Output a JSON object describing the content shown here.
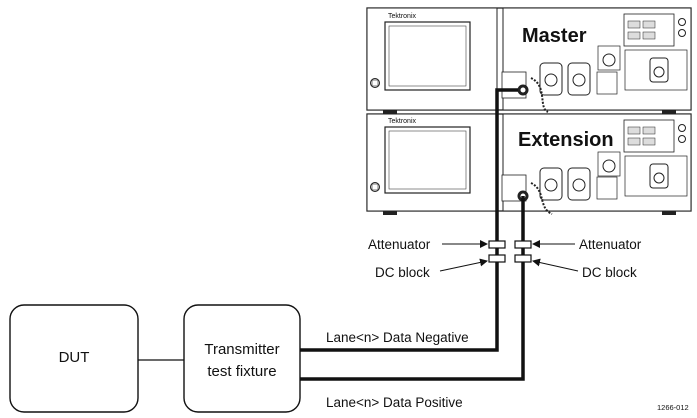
{
  "diagram": {
    "instrument_top_label": "Master",
    "instrument_bottom_label": "Extension",
    "brand_label": "Tektronix",
    "attenuator_left": "Attenuator",
    "attenuator_right": "Attenuator",
    "dc_block_left": "DC block",
    "dc_block_right": "DC block",
    "dut_label": "DUT",
    "fixture_label_line1": "Transmitter",
    "fixture_label_line2": "test fixture",
    "lane_negative": "Lane<n> Data Negative",
    "lane_positive": "Lane<n> Data Positive",
    "figure_id": "1266-012"
  }
}
